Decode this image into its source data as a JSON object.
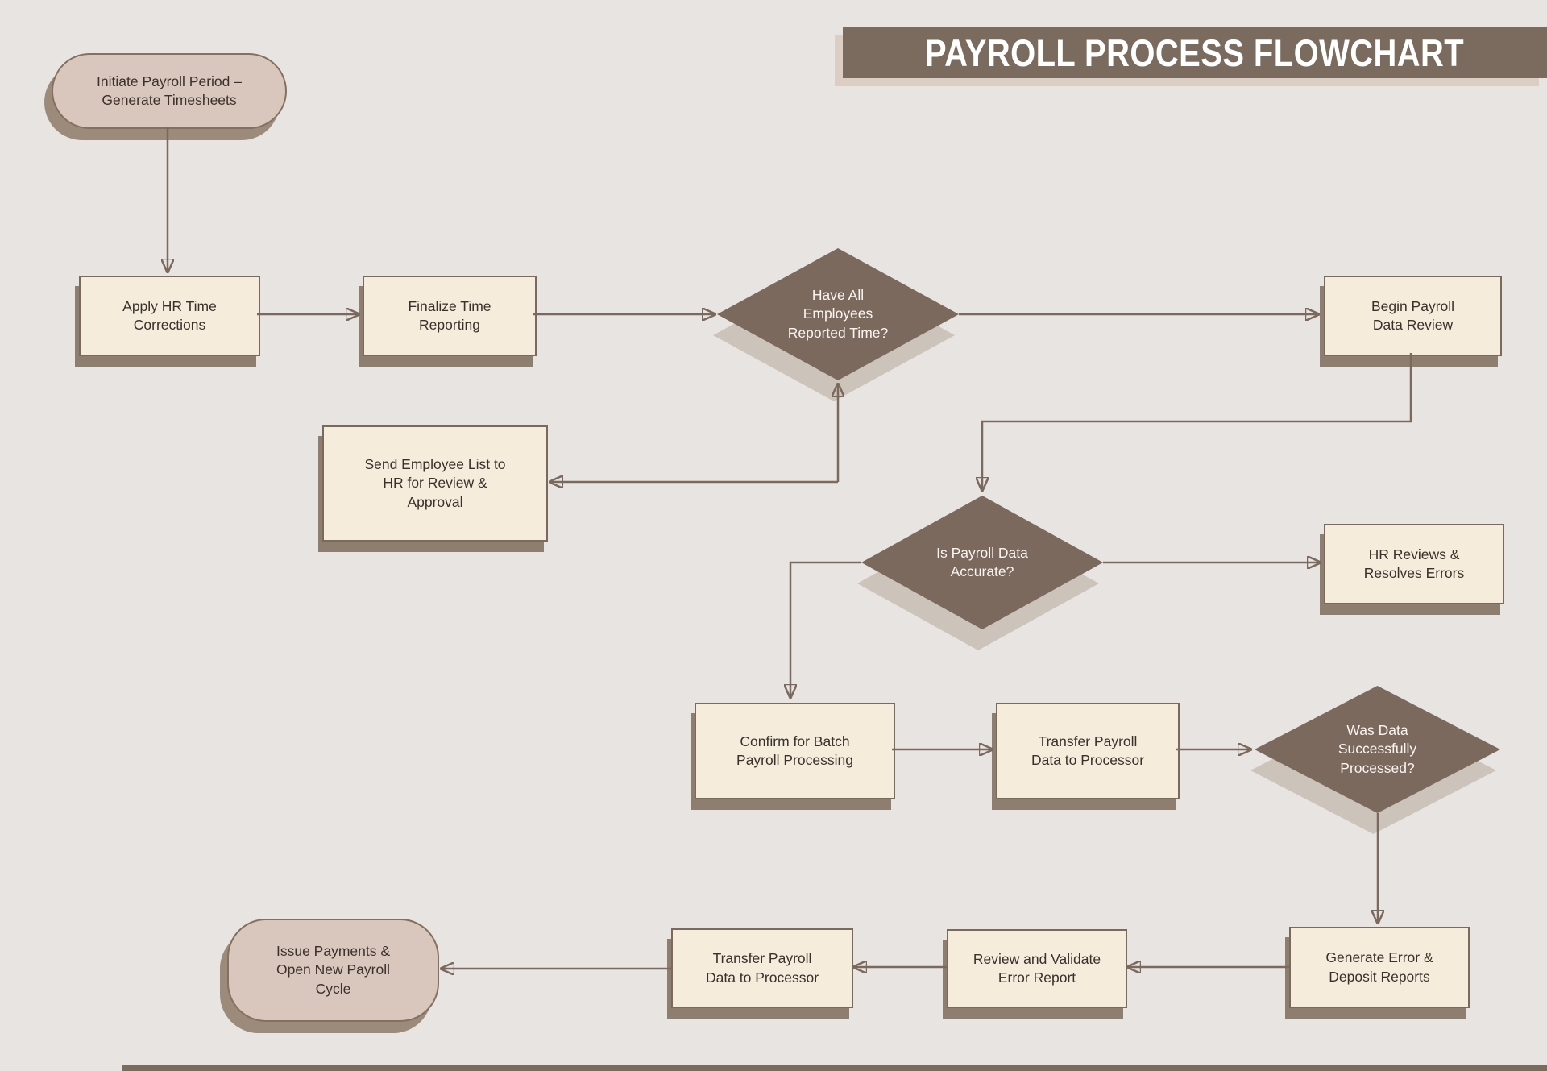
{
  "title": "PAYROLL PROCESS FLOWCHART",
  "colors": {
    "background": "#e8e4e1",
    "accent_brown": "#7a695c",
    "process_fill": "#f6ecdc",
    "terminal_fill": "#d9c7bd",
    "box_shadow": "#8e7e70",
    "title_text": "#ffffff"
  },
  "nodes": {
    "start": {
      "type": "start-terminator",
      "label": "Initiate Payroll Period –\nGenerate Timesheets"
    },
    "apply_corrections": {
      "type": "process",
      "label": "Apply HR Time\nCorrections"
    },
    "finalize_time": {
      "type": "process",
      "label": "Finalize Time\nReporting"
    },
    "all_reported": {
      "type": "decision",
      "label": "Have All\nEmployees\nReported Time?"
    },
    "begin_review": {
      "type": "process",
      "label": "Begin Payroll\nData Review"
    },
    "send_employee_list": {
      "type": "process",
      "label": "Send Employee List to\nHR for Review &\nApproval"
    },
    "data_accurate": {
      "type": "decision",
      "label": "Is Payroll Data\nAccurate?"
    },
    "hr_resolves": {
      "type": "process",
      "label": "HR Reviews &\nResolves Errors"
    },
    "confirm_batch": {
      "type": "process",
      "label": "Confirm for Batch\nPayroll Processing"
    },
    "transfer_data_1": {
      "type": "process",
      "label": "Transfer Payroll\nData to Processor"
    },
    "processed_ok": {
      "type": "decision",
      "label": "Was Data\nSuccessfully\nProcessed?"
    },
    "generate_reports": {
      "type": "process",
      "label": "Generate Error &\nDeposit Reports"
    },
    "review_error": {
      "type": "process",
      "label": "Review and Validate\nError Report"
    },
    "transfer_data_2": {
      "type": "process",
      "label": "Transfer Payroll\nData to Processor"
    },
    "end": {
      "type": "end-terminator",
      "label": "Issue Payments &\nOpen New Payroll\nCycle"
    }
  }
}
